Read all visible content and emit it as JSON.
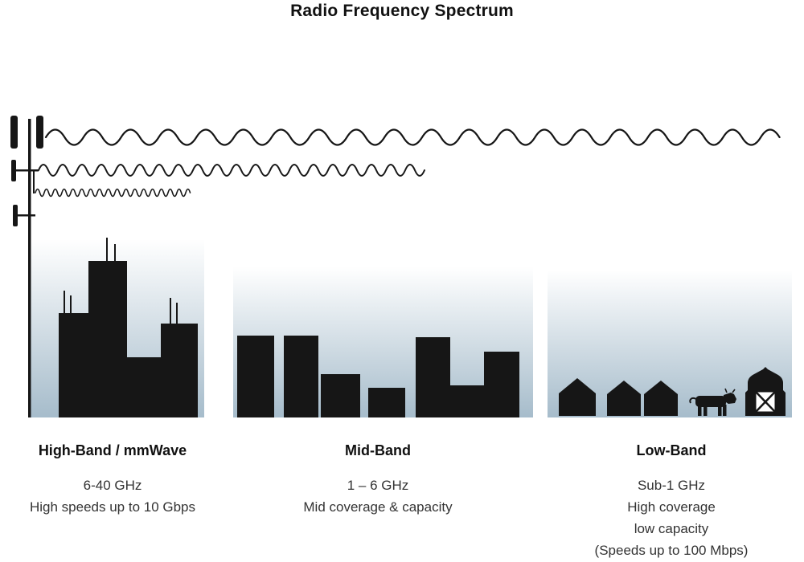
{
  "title": "Radio Frequency Spectrum",
  "bands": [
    {
      "id": "high-band",
      "name": "High-Band / mmWave",
      "lines": [
        "6-40 GHz",
        "High speeds up to 10 Gbps"
      ]
    },
    {
      "id": "mid-band",
      "name": "Mid-Band",
      "lines": [
        "1 – 6 GHz",
        "Mid coverage & capacity"
      ]
    },
    {
      "id": "low-band",
      "name": "Low-Band",
      "lines": [
        "Sub-1 GHz",
        "High coverage",
        "low capacity",
        "(Speeds up to 100 Mbps)"
      ]
    }
  ],
  "icons": {
    "tower": "cell-tower-icon",
    "waves": [
      "low-frequency-wave",
      "medium-frequency-wave",
      "high-frequency-wave"
    ],
    "high_band_scene": "city-skyline",
    "mid_band_scene": "midrise-skyline",
    "low_band_scene": "rural-scene (houses, cow, barn)"
  },
  "colors": {
    "title": "#111111",
    "text": "#333333",
    "silhouette": "#161616",
    "gradient_bottom": "#a6bccb"
  }
}
